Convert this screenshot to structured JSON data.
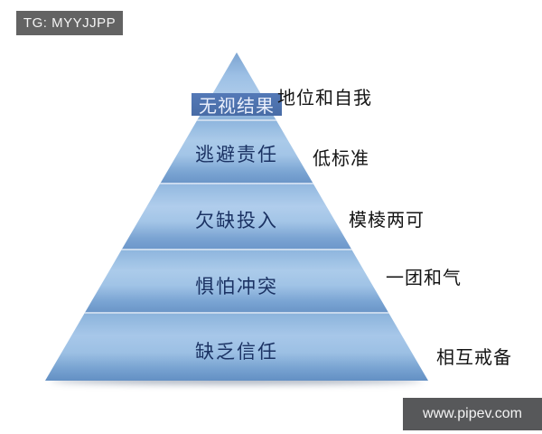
{
  "watermarks": {
    "telegram": "TG: MYYJJPP",
    "website": "www.pipev.com"
  },
  "pyramid": {
    "title": "team-dysfunctions-pyramid",
    "levels": [
      {
        "label": "无视结果",
        "side_label": "地位和自我"
      },
      {
        "label": "逃避责任",
        "side_label": "低标准"
      },
      {
        "label": "欠缺投入",
        "side_label": "模棱两可"
      },
      {
        "label": "惧怕冲突",
        "side_label": "一团和气"
      },
      {
        "label": "缺乏信任",
        "side_label": "相互戒备"
      }
    ],
    "colors": {
      "segment_light": "#aac9e9",
      "segment_dark": "#6b96c8",
      "top_band": "#4d72b0",
      "level_text": "#1b3263",
      "top_level_text": "#e9eefb",
      "side_text": "#141414",
      "badge_gray": "#5d5d5f"
    }
  }
}
